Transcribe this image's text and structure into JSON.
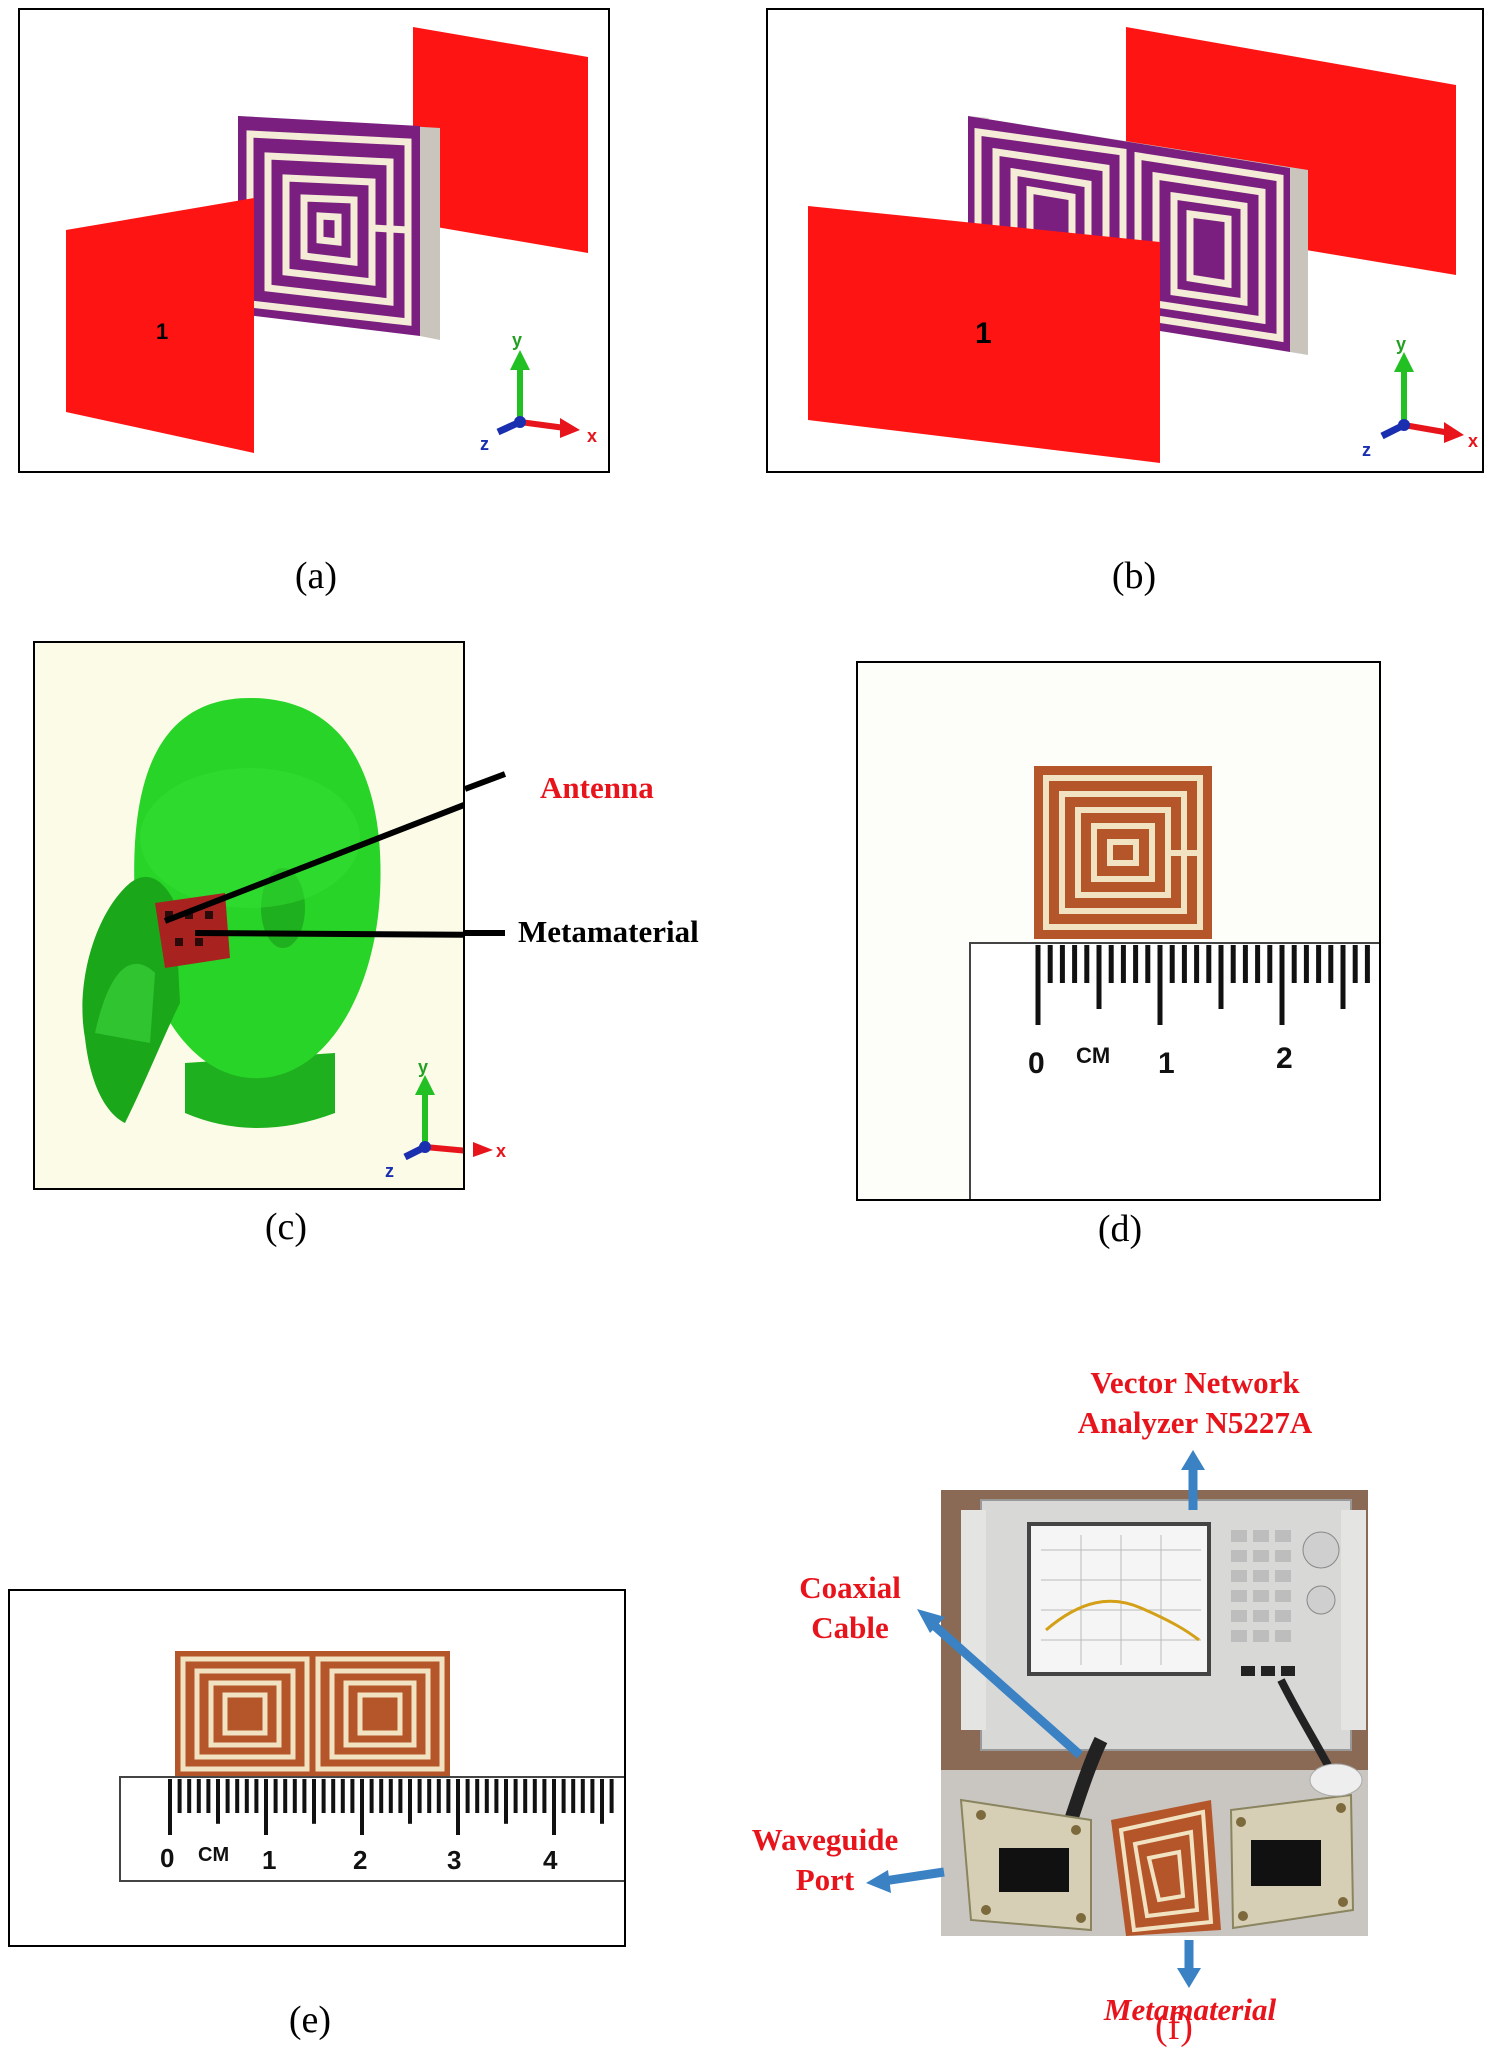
{
  "panels": {
    "a": {
      "caption": "(a)",
      "port_label": "1",
      "axes": {
        "x": "x",
        "y": "y",
        "z": "z"
      },
      "colors": {
        "port": "#ff1414",
        "substrate": "#7a1f7f",
        "copper": "#f4ecd6"
      }
    },
    "b": {
      "caption": "(b)",
      "port_label": "1",
      "axes": {
        "x": "x",
        "y": "y",
        "z": "z"
      }
    },
    "c": {
      "caption": "(c)",
      "antenna_label": "Antenna",
      "metamaterial_label": "Metamaterial",
      "axes": {
        "x": "x",
        "y": "y",
        "z": "z"
      },
      "colors": {
        "head": "#22d022",
        "background": "#fbfbe7"
      }
    },
    "d": {
      "caption": "(d)",
      "ruler_numbers": [
        "0",
        "1",
        "2"
      ],
      "ruler_unit": "CM"
    },
    "e": {
      "caption": "(e)",
      "ruler_numbers": [
        "0",
        "1",
        "2",
        "3",
        "4"
      ],
      "ruler_unit": "CM"
    },
    "f": {
      "caption": "(f)",
      "vna_label_line1": "Vector Network",
      "vna_label_line2": "Analyzer N5227A",
      "coax_label_line1": "Coaxial",
      "coax_label_line2": "Cable",
      "waveguide_label_line1": "Waveguide",
      "waveguide_label_line2": "Port",
      "metamaterial_label": "Metamaterial",
      "colors": {
        "label": "#e8141c",
        "arrow": "#3b82c4"
      }
    }
  }
}
